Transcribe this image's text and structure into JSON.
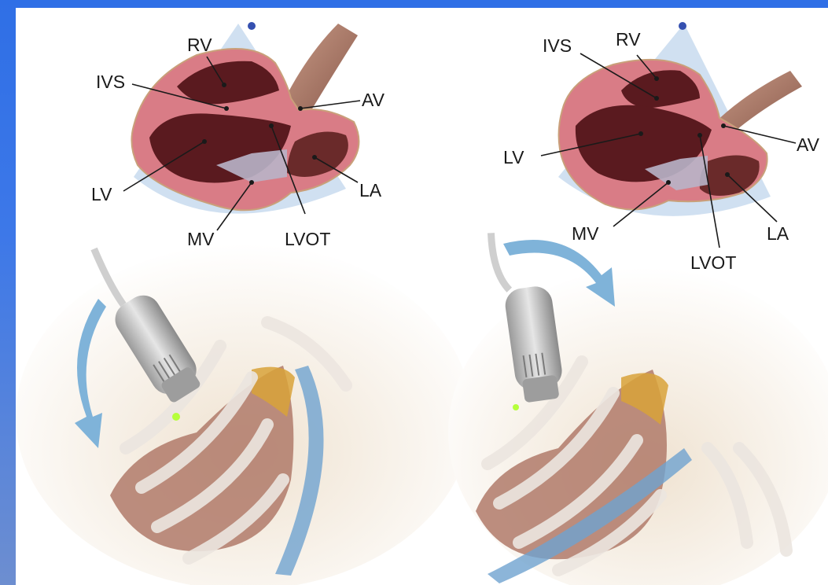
{
  "panels": [
    {
      "labels": {
        "rv": "RV",
        "ivs": "IVS",
        "av": "AV",
        "lv": "LV",
        "la": "LA",
        "mv": "MV",
        "lvot": "LVOT"
      }
    },
    {
      "labels": {
        "rv": "RV",
        "ivs": "IVS",
        "av": "AV",
        "lv": "LV",
        "la": "LA",
        "mv": "MV",
        "lvot": "LVOT"
      }
    }
  ],
  "colors": {
    "background_blue": "#3d78e8",
    "myocardium": "#d97c86",
    "chamber": "#5a1a1f",
    "arrow": "#7fb3d9",
    "skin": "#f1e6d8",
    "rib": "#e8e2dc",
    "probe": "#cfcfcf",
    "probe_light": "#b6ff3b"
  }
}
